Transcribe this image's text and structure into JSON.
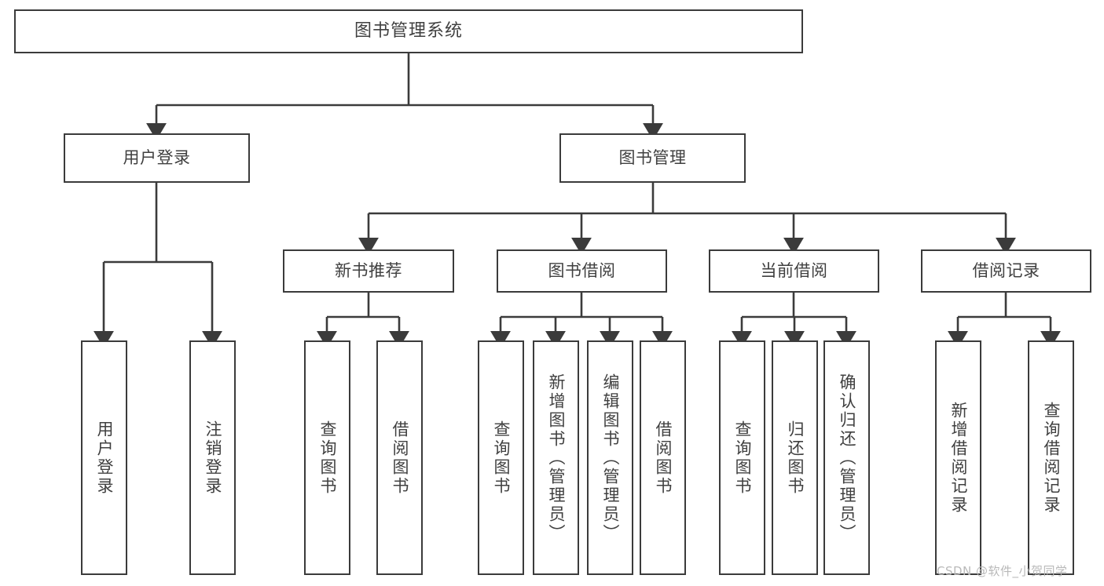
{
  "diagram": {
    "title": "图书管理系统",
    "type": "hierarchy-tree",
    "orientation": "top-down",
    "levels": 4,
    "colors": {
      "stroke": "#3b3b3b",
      "fill": "#ffffff",
      "text": "#404040",
      "watermark": "#b9b9b9"
    }
  },
  "root": {
    "label": "图书管理系统"
  },
  "level2": [
    {
      "id": "user-login",
      "label": "用户登录"
    },
    {
      "id": "book-manage",
      "label": "图书管理"
    }
  ],
  "level3": [
    {
      "id": "new-book-recommend",
      "label": "新书推荐"
    },
    {
      "id": "book-borrow",
      "label": "图书借阅"
    },
    {
      "id": "current-borrow",
      "label": "当前借阅"
    },
    {
      "id": "borrow-record",
      "label": "借阅记录"
    }
  ],
  "leaves": {
    "user_login": [
      {
        "id": "leaf-user-login",
        "label": "用户登录"
      },
      {
        "id": "leaf-logout",
        "label": "注销登录"
      }
    ],
    "new_book_recommend": [
      {
        "id": "leaf-query-book-1",
        "label": "查询图书"
      },
      {
        "id": "leaf-borrow-book-1",
        "label": "借阅图书"
      }
    ],
    "book_borrow": [
      {
        "id": "leaf-query-book-2",
        "label": "查询图书"
      },
      {
        "id": "leaf-add-book",
        "label": "新增图书（管理员）"
      },
      {
        "id": "leaf-edit-book",
        "label": "编辑图书（管理员）"
      },
      {
        "id": "leaf-borrow-book-2",
        "label": "借阅图书"
      }
    ],
    "current_borrow": [
      {
        "id": "leaf-query-book-3",
        "label": "查询图书"
      },
      {
        "id": "leaf-return-book",
        "label": "归还图书"
      },
      {
        "id": "leaf-confirm-return",
        "label": "确认归还（管理员）"
      }
    ],
    "borrow_record": [
      {
        "id": "leaf-add-record",
        "label": "新增借阅记录"
      },
      {
        "id": "leaf-query-record",
        "label": "查询借阅记录"
      }
    ]
  },
  "watermark": {
    "text": "CSDN @软件_小贺同学"
  }
}
